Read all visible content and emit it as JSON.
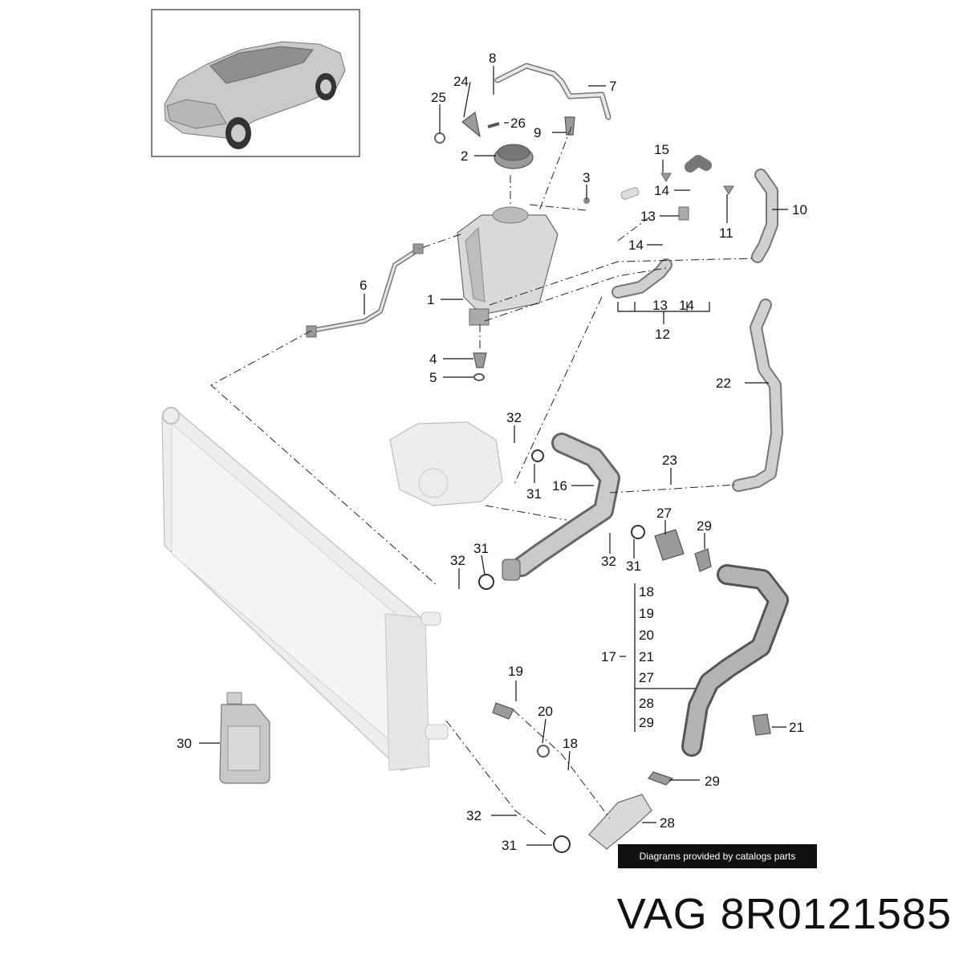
{
  "callouts": {
    "n1": "1",
    "n2": "2",
    "n3": "3",
    "n4": "4",
    "n5": "5",
    "n6": "6",
    "n7": "7",
    "n8": "8",
    "n9": "9",
    "n10": "10",
    "n11": "11",
    "n12": "12",
    "n13a": "13",
    "n13b": "13",
    "n14a": "14",
    "n14b": "14",
    "n14c": "14",
    "n15": "15",
    "n16": "16",
    "n17": "17",
    "n18a": "18",
    "n18b": "18",
    "n19a": "19",
    "n19b": "19",
    "n20a": "20",
    "n20b": "20",
    "n21a": "21",
    "n21b": "21",
    "n22": "22",
    "n23": "23",
    "n24": "24",
    "n25": "25",
    "n26": "26",
    "n27a": "27",
    "n27b": "27",
    "n28a": "28",
    "n28b": "28",
    "n29a": "29",
    "n29b": "29",
    "n29c": "29",
    "n30": "30",
    "n31a": "31",
    "n31b": "31",
    "n31c": "31",
    "n31d": "31",
    "n32a": "32",
    "n32b": "32",
    "n32c": "32",
    "n32d": "32"
  },
  "credit": "Diagrams provided by catalogs parts",
  "caption": "VAG 8R0121585"
}
